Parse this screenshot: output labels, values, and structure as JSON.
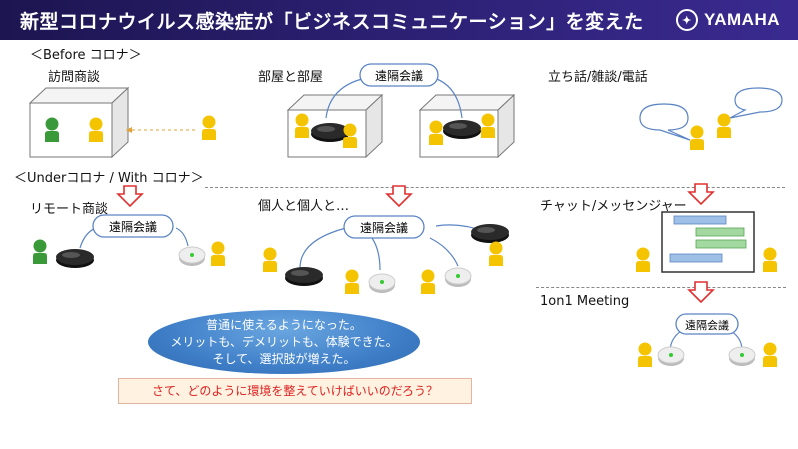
{
  "header": {
    "title": "新型コロナウイルス感染症が「ビジネスコミュニケーション」を変えた",
    "logo_text": "YAMAHA"
  },
  "before": {
    "section_label": "＜Before コロナ＞",
    "visit_label": "訪問商談",
    "rooms_label": "部屋と部屋",
    "standing_label": "立ち話/雑談/電話"
  },
  "under": {
    "section_label": "＜Underコロナ / With コロナ＞",
    "remote_label": "リモート商談",
    "individual_label": "個人と個人と…",
    "chat_label": "チャット/メッセンジャー",
    "oneonone_label": "1on1 Meeting"
  },
  "bubbles": {
    "remote_meeting": "遠隔会議"
  },
  "message": {
    "line1": "普通に使えるようになった。",
    "line2": "メリットも、デメリットも、体験できた。",
    "line3": "そして、選択肢が増えた。"
  },
  "question": "さて、どのように環境を整えていけばいいのだろう？",
  "colors": {
    "header_bg": "#231a5e",
    "person_yellow": "#f5c400",
    "person_green": "#3a9a3a",
    "arrow_red": "#e03030",
    "bubble_border": "#5b84c4"
  }
}
